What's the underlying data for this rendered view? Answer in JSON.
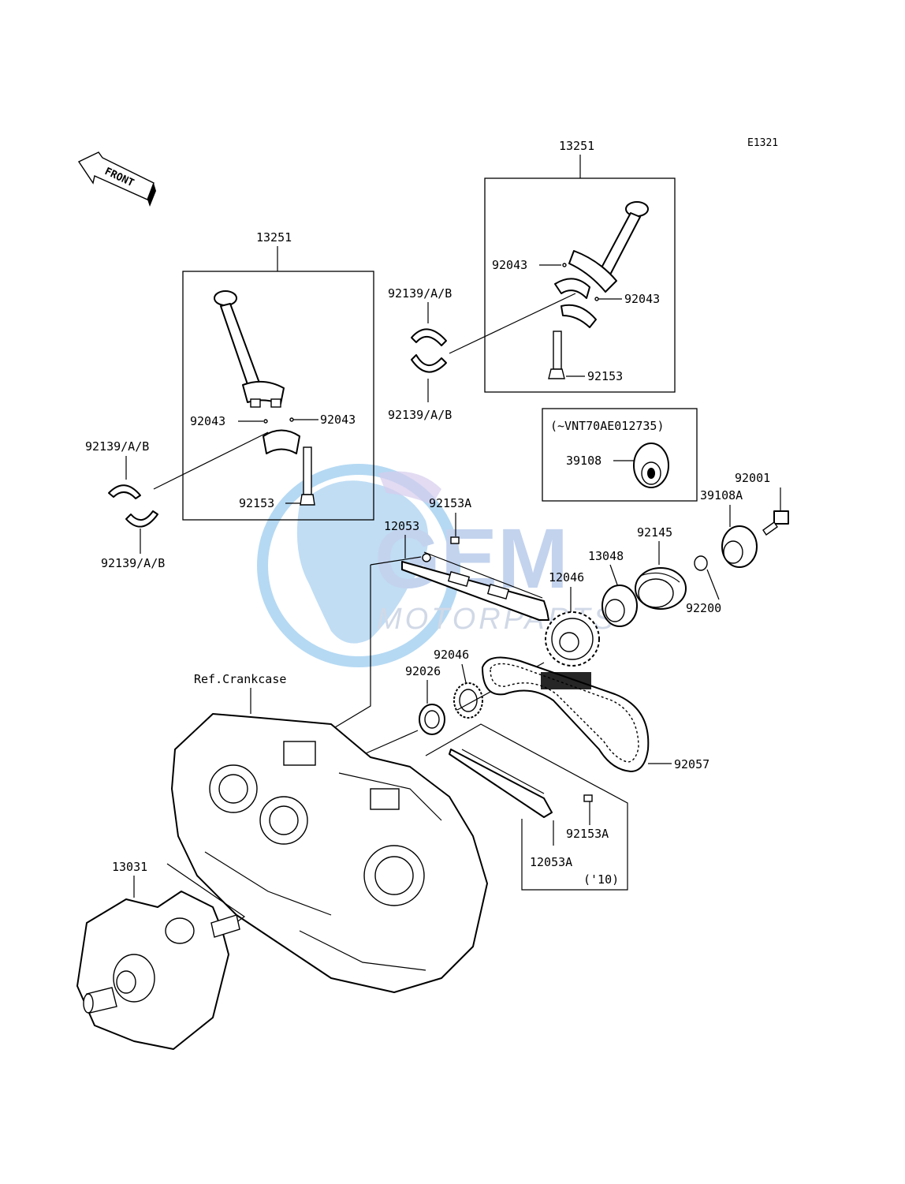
{
  "diagram_code": "E1321",
  "front_arrow_label": "FRONT",
  "watermark": {
    "brand": "GEM",
    "sub": "MOTORPARTS",
    "colors": {
      "globe": "#9cc9ee",
      "brand": "#b9ccec",
      "sub": "#c9d3e3"
    }
  },
  "note_serial": "(~VNT70AE012735)",
  "note_year": "('10)",
  "ref_crankcase": "Ref.Crankcase",
  "parts": {
    "rod_assy_left": "13251",
    "rod_assy_right": "13251",
    "ring_left_top": "92139/A/B",
    "ring_left_bottom": "92139/A/B",
    "ring_mid_top": "92139/A/B",
    "ring_mid_bottom": "92139/A/B",
    "pin_left_a": "92043",
    "pin_left_b": "92043",
    "pin_right_a": "92043",
    "pin_right_b": "92043",
    "bolt_left": "92153",
    "bolt_right": "92153",
    "bolt_a_top": "92153A",
    "bolt_a_bottom": "92153A",
    "guide_top": "12053",
    "guide_bottom": "12053A",
    "weight_serial": "39108",
    "weight_a": "39108A",
    "bolt_92001": "92001",
    "spring": "92145",
    "washer": "92200",
    "sprocket_hub": "13048",
    "sprocket": "12046",
    "bearing": "92046",
    "oil_seal": "92026",
    "chain": "92057",
    "crankshaft": "13031"
  }
}
